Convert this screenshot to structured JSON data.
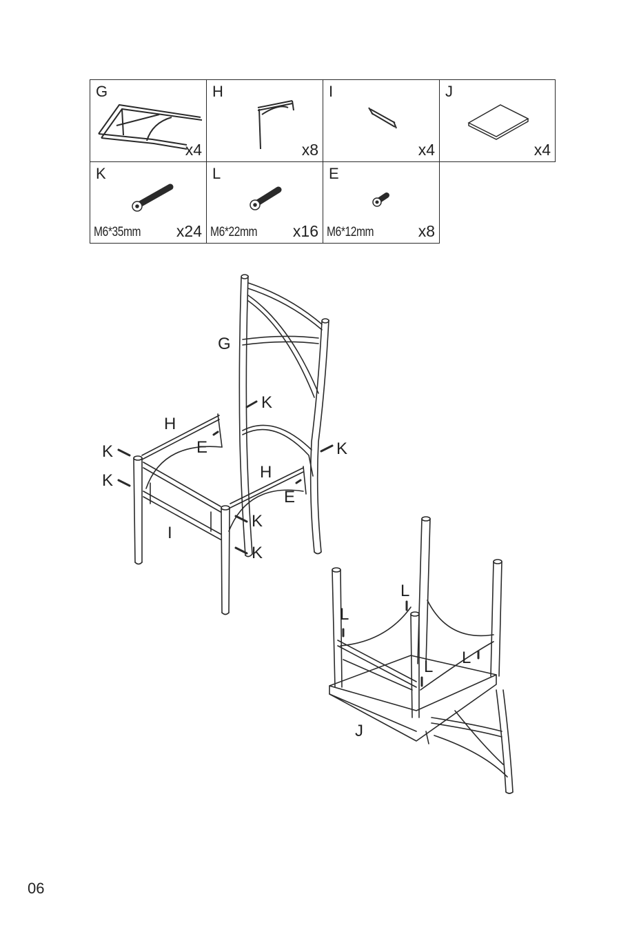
{
  "parts": [
    {
      "letter": "G",
      "qty": "x4"
    },
    {
      "letter": "H",
      "qty": "x8"
    },
    {
      "letter": "I",
      "qty": "x4"
    },
    {
      "letter": "J",
      "qty": "x4"
    },
    {
      "letter": "K",
      "qty": "x24",
      "spec": "M6*35mm"
    },
    {
      "letter": "L",
      "qty": "x16",
      "spec": "M6*22mm"
    },
    {
      "letter": "E",
      "qty": "x8",
      "spec": "M6*12mm"
    }
  ],
  "callouts": {
    "chair_back": "G",
    "bolt_k": "K",
    "side_h": "H",
    "screw_e": "E",
    "bar_i": "I",
    "seat_j": "J",
    "screw_l": "L"
  },
  "page_number": "06",
  "colors": {
    "line": "#2a2a2a",
    "text": "#222222",
    "background": "#ffffff"
  }
}
